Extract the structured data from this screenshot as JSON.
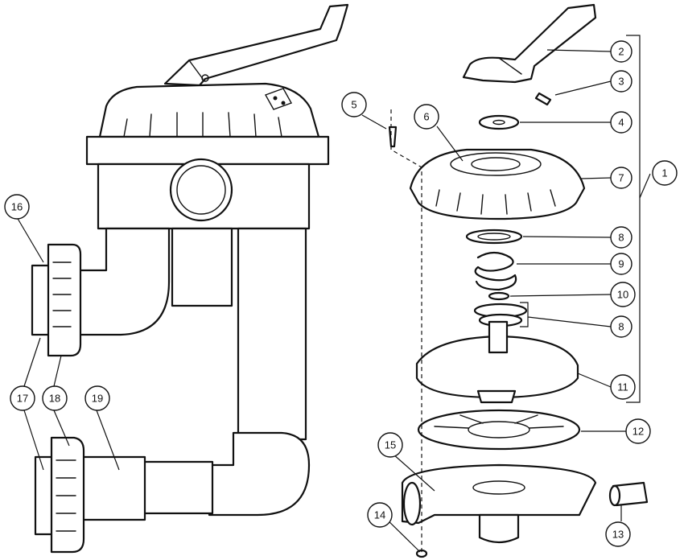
{
  "callouts": [
    {
      "id": "1",
      "label": "1"
    },
    {
      "id": "2",
      "label": "2"
    },
    {
      "id": "3",
      "label": "3"
    },
    {
      "id": "4",
      "label": "4"
    },
    {
      "id": "5",
      "label": "5"
    },
    {
      "id": "6",
      "label": "6"
    },
    {
      "id": "7",
      "label": "7"
    },
    {
      "id": "8a",
      "label": "8"
    },
    {
      "id": "9",
      "label": "9"
    },
    {
      "id": "10",
      "label": "10"
    },
    {
      "id": "8b",
      "label": "8"
    },
    {
      "id": "11",
      "label": "11"
    },
    {
      "id": "12",
      "label": "12"
    },
    {
      "id": "13",
      "label": "13"
    },
    {
      "id": "14",
      "label": "14"
    },
    {
      "id": "15",
      "label": "15"
    },
    {
      "id": "16",
      "label": "16"
    },
    {
      "id": "17",
      "label": "17"
    },
    {
      "id": "18",
      "label": "18"
    },
    {
      "id": "19",
      "label": "19"
    }
  ]
}
